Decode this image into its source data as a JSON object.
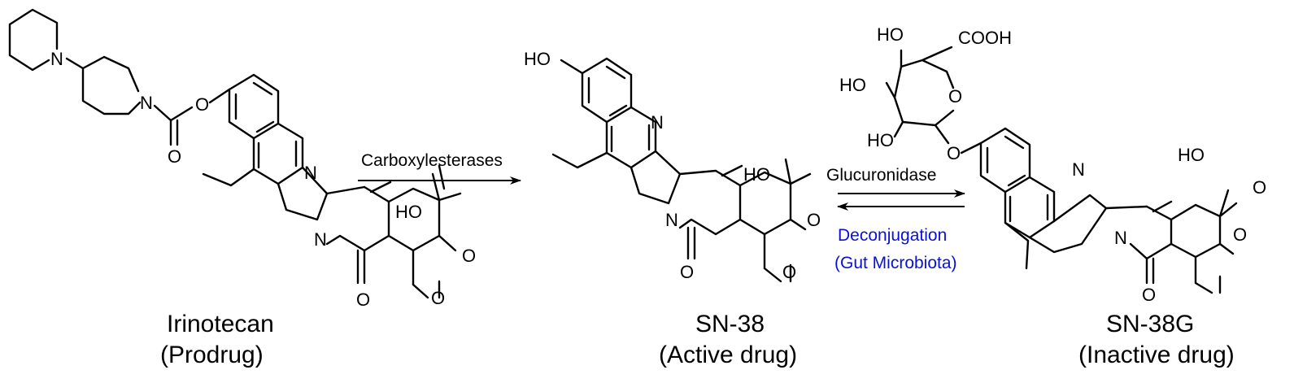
{
  "colors": {
    "ink": "#000000",
    "deconjugation": "#0a10d8"
  },
  "atoms": {
    "N": "N",
    "O": "O",
    "HO": "HO",
    "COOH": "COOH"
  },
  "compounds": {
    "irinotecan": {
      "name": "Irinotecan",
      "role": "(Prodrug)"
    },
    "sn38": {
      "name": "SN-38",
      "role": "(Active drug)"
    },
    "sn38g": {
      "name": "SN-38G",
      "role": "(Inactive drug)"
    }
  },
  "reactions": {
    "step1": {
      "enzyme": "Carboxylesterases"
    },
    "step2": {
      "forward": "Glucuronidase",
      "reverse_line1": "Deconjugation",
      "reverse_line2": "(Gut Microbiota)"
    }
  }
}
